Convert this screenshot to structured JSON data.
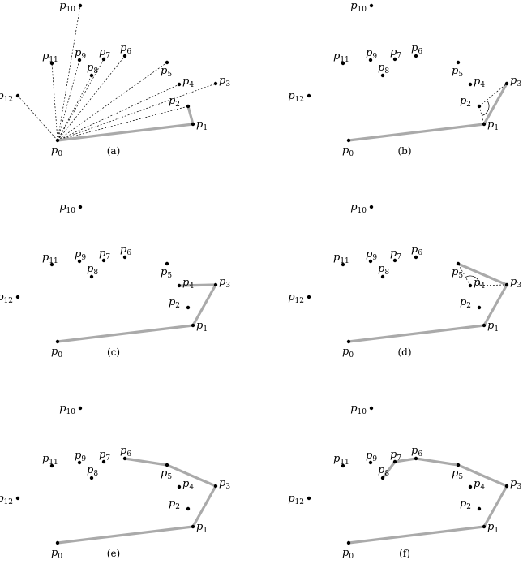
{
  "diagram": {
    "letter": "p",
    "panels": [
      {
        "caption": "(a)",
        "hull": [
          0,
          1,
          2
        ],
        "rays": [
          1,
          2,
          3,
          4,
          5,
          6,
          7,
          8,
          9,
          10,
          11,
          12
        ],
        "angle_arc": null,
        "dashed": []
      },
      {
        "caption": "(b)",
        "hull": [
          0,
          1,
          3
        ],
        "rays": [],
        "angle_arc": {
          "vertex": 2
        },
        "dashed": [
          [
            2,
            1
          ],
          [
            2,
            3
          ]
        ]
      },
      {
        "caption": "(c)",
        "hull": [
          0,
          1,
          3,
          4
        ],
        "rays": [],
        "angle_arc": null,
        "dashed": []
      },
      {
        "caption": "(d)",
        "hull": [
          0,
          1,
          3,
          5
        ],
        "rays": [],
        "angle_arc": {
          "vertex": 4
        },
        "dashed": [
          [
            4,
            3
          ],
          [
            4,
            5
          ]
        ]
      },
      {
        "caption": "(e)",
        "hull": [
          0,
          1,
          3,
          5,
          6
        ],
        "rays": [],
        "angle_arc": null,
        "dashed": []
      },
      {
        "caption": "(f)",
        "hull": [
          0,
          1,
          3,
          5,
          6,
          7,
          8
        ],
        "rays": [],
        "angle_arc": null,
        "dashed": []
      }
    ],
    "points": [
      {
        "sub": "0"
      },
      {
        "sub": "1"
      },
      {
        "sub": "2"
      },
      {
        "sub": "3"
      },
      {
        "sub": "4"
      },
      {
        "sub": "5"
      },
      {
        "sub": "6"
      },
      {
        "sub": "7"
      },
      {
        "sub": "8"
      },
      {
        "sub": "9"
      },
      {
        "sub": "10"
      },
      {
        "sub": "11"
      },
      {
        "sub": "12"
      }
    ]
  }
}
